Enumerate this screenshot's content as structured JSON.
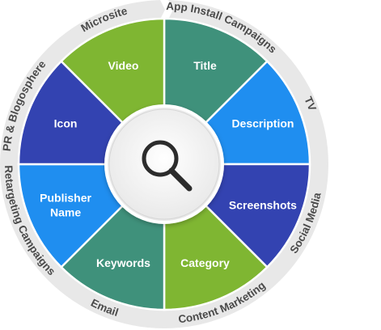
{
  "center": {
    "icon": "magnifying-glass-icon"
  },
  "segments": [
    {
      "label": "Title",
      "color": "#3f917b"
    },
    {
      "label": "Description",
      "color": "#1f8ef0"
    },
    {
      "label": "Screenshots",
      "color": "#3343b1"
    },
    {
      "label": "Category",
      "color": "#7fb632"
    },
    {
      "label": "Keywords",
      "color": "#3f917b"
    },
    {
      "label": "Publisher Name",
      "color": "#1f8ef0"
    },
    {
      "label": "Icon",
      "color": "#3343b1"
    },
    {
      "label": "Video",
      "color": "#7fb632"
    }
  ],
  "ring": [
    {
      "label": "App Install Campaigns"
    },
    {
      "label": "TV"
    },
    {
      "label": "Social Media"
    },
    {
      "label": "Content Marketing"
    },
    {
      "label": "Email"
    },
    {
      "label": "Retargeting Campaigns"
    },
    {
      "label": "PR & Blogosphere"
    },
    {
      "label": "Microsite"
    }
  ],
  "colors": {
    "ring": "#e8e8e8",
    "hub": "#eeeeee",
    "hub_border": "#cfcfcf",
    "icon": "#2c2c2c",
    "ring_text": "#4a4a4a"
  }
}
